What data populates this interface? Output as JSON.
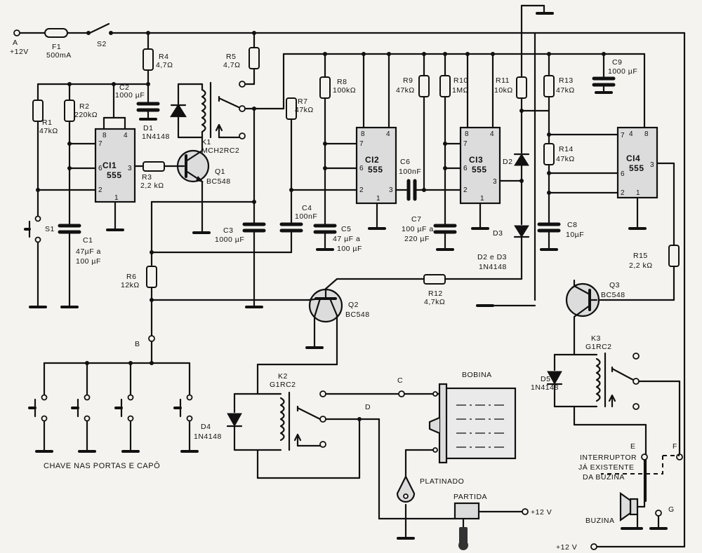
{
  "nodes": {
    "a": "A",
    "b": "B",
    "c": "C",
    "d": "D",
    "e": "E",
    "f": "F",
    "g": "G",
    "plus12_a": "+12V",
    "plus12_start": "+12 V",
    "plus12_bottom": "+12 V"
  },
  "fuse": {
    "name": "F1",
    "value": "500mA"
  },
  "switches": {
    "s1": "S1",
    "s2": "S2"
  },
  "resistors": [
    {
      "name": "R1",
      "value": "47kΩ"
    },
    {
      "name": "R2",
      "value": "220kΩ"
    },
    {
      "name": "R3",
      "value": "2,2 kΩ"
    },
    {
      "name": "R4",
      "value": "4,7Ω"
    },
    {
      "name": "R5",
      "value": "4,7Ω"
    },
    {
      "name": "R6",
      "value": "12kΩ"
    },
    {
      "name": "R7",
      "value": "47kΩ"
    },
    {
      "name": "R8",
      "value": "100kΩ"
    },
    {
      "name": "R9",
      "value": "47kΩ"
    },
    {
      "name": "R10",
      "value": "1MΩ"
    },
    {
      "name": "R11",
      "value": "10kΩ"
    },
    {
      "name": "R12",
      "value": "4,7kΩ"
    },
    {
      "name": "R13",
      "value": "47kΩ"
    },
    {
      "name": "R14",
      "value": "47kΩ"
    },
    {
      "name": "R15",
      "value": "2,2 kΩ"
    }
  ],
  "capacitors": [
    {
      "name": "C1",
      "value1": "47µF a",
      "value2": "100 µF"
    },
    {
      "name": "C2",
      "value1": "1000 µF",
      "value2": ""
    },
    {
      "name": "C3",
      "value1": "1000 µF",
      "value2": ""
    },
    {
      "name": "C4",
      "value1": "100nF",
      "value2": ""
    },
    {
      "name": "C5",
      "value1": "47 µF a",
      "value2": "100 µF"
    },
    {
      "name": "C6",
      "value1": "100nF",
      "value2": ""
    },
    {
      "name": "C7",
      "value1": "100 µF a",
      "value2": "220 µF"
    },
    {
      "name": "C8",
      "value1": "10µF",
      "value2": ""
    },
    {
      "name": "C9",
      "value1": "1000 µF",
      "value2": ""
    }
  ],
  "ics": [
    {
      "name": "CI1",
      "type": "555"
    },
    {
      "name": "CI2",
      "type": "555"
    },
    {
      "name": "CI3",
      "type": "555"
    },
    {
      "name": "CI4",
      "type": "555"
    }
  ],
  "pins": {
    "p1": "1",
    "p2": "2",
    "p3": "3",
    "p4": "4",
    "p6": "6",
    "p7": "7",
    "p8": "8"
  },
  "transistors": [
    {
      "name": "Q1",
      "type": "BC548"
    },
    {
      "name": "Q2",
      "type": "BC548"
    },
    {
      "name": "Q3",
      "type": "BC548"
    }
  ],
  "diodes": {
    "d1": "D1",
    "d1_type": "1N4148",
    "d2": "D2",
    "d3": "D3",
    "d2d3": "D2 e D3",
    "d2d3_type": "1N4148",
    "d4": "D4",
    "d4_type": "1N4148",
    "d5": "D5",
    "d5_type": "1N4148"
  },
  "relays": [
    {
      "name": "K1",
      "type": "MCH2RC2"
    },
    {
      "name": "K2",
      "type": "G1RC2"
    },
    {
      "name": "K3",
      "type": "G1RC2"
    }
  ],
  "labels": {
    "door_switches": "CHAVE NAS PORTAS E CAPÔ",
    "coil": "BOBINA",
    "points": "PLATINADO",
    "start": "PARTIDA",
    "horn_switch_1": "INTERRUPTOR",
    "horn_switch_2": "JÁ EXISTENTE",
    "horn_switch_3": "DA BUZINA",
    "horn": "BUZINA"
  }
}
